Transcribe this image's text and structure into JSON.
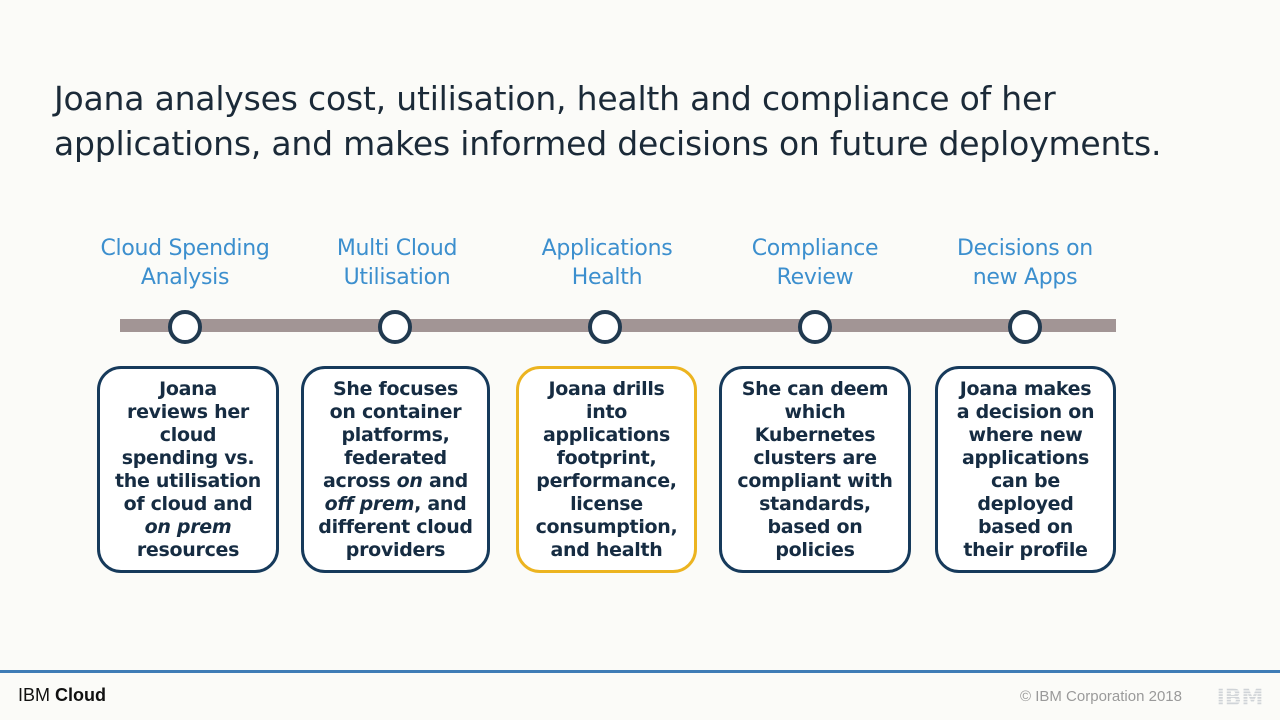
{
  "headline": "Joana analyses cost, utilisation, health and compliance of her applications, and makes informed decisions on future deployments.",
  "steps": [
    {
      "title_line1": "Cloud Spending",
      "title_line2": "Analysis",
      "desc": [
        "Joana",
        "reviews her",
        "cloud",
        "spending vs.",
        "the utilisation",
        "of cloud and"
      ],
      "desc_em": "on prem",
      "desc_tail": "resources"
    },
    {
      "title_line1": "Multi Cloud",
      "title_line2": "Utilisation",
      "desc": [
        "She focuses",
        "on container",
        "platforms,",
        "federated"
      ],
      "desc_pre": "across ",
      "desc_em1": "on",
      "desc_mid": " and",
      "desc_em2": "off prem",
      "desc_post": ", and",
      "desc_tail": "different cloud",
      "desc_tail2": "providers"
    },
    {
      "title_line1": "Applications",
      "title_line2": "Health",
      "desc": [
        "Joana drills",
        "into",
        "applications",
        "footprint,",
        "performance,",
        "license",
        "consumption,",
        "and health"
      ]
    },
    {
      "title_line1": "Compliance",
      "title_line2": "Review",
      "desc": [
        "She can deem",
        "which",
        "Kubernetes",
        "clusters are",
        "compliant with",
        "standards,",
        "based on",
        "policies"
      ]
    },
    {
      "title_line1": "Decisions on",
      "title_line2": "new Apps",
      "desc": [
        "Joana makes",
        "a decision on",
        "where new",
        "applications",
        "can be",
        "deployed",
        "based on",
        "their profile"
      ]
    }
  ],
  "footer": {
    "brand_light": "IBM",
    "brand_bold": "Cloud",
    "copyright": "© IBM Corporation 2018",
    "logo_text": "IBM"
  },
  "colors": {
    "title_blue": "#3c8fce",
    "card_border": "#163a5b",
    "highlight_border": "#ecb420",
    "timeline": "#a29595",
    "footer_rule": "#3f7cb6"
  }
}
